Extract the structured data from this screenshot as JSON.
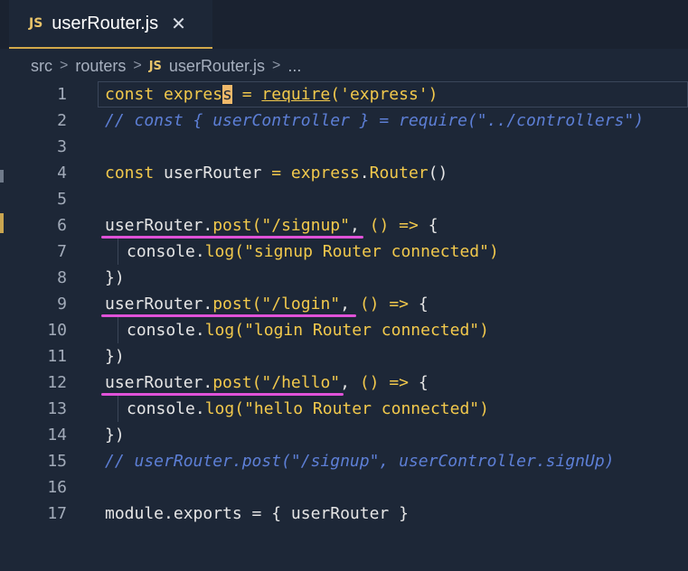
{
  "tab": {
    "badge": "JS",
    "title": "userRouter.js",
    "close": "✕"
  },
  "breadcrumb": {
    "parts": [
      "src",
      "routers"
    ],
    "badge": "JS",
    "file": "userRouter.js",
    "more": "..."
  },
  "lines": [
    {
      "n": "1",
      "segments": [
        {
          "t": "const expres",
          "c": "kw"
        },
        {
          "t": "s",
          "c": "cursor"
        },
        {
          "t": " = ",
          "c": "kw"
        },
        {
          "t": "require",
          "c": "fn-ul"
        },
        {
          "t": "('express')",
          "c": "str"
        }
      ]
    },
    {
      "n": "2",
      "segments": [
        {
          "t": "// const { userController } = require(\"../controllers\")",
          "c": "comment"
        }
      ]
    },
    {
      "n": "3",
      "segments": []
    },
    {
      "n": "4",
      "segments": [
        {
          "t": "const userRouter = express.Router()",
          "c": "mix4"
        }
      ]
    },
    {
      "n": "5",
      "segments": []
    },
    {
      "n": "6",
      "segments": [
        {
          "t": "userRouter.post(\"/signup\", () => {",
          "c": "route"
        }
      ]
    },
    {
      "n": "7",
      "segments": [
        {
          "t": "console.log(\"signup Router connected\")",
          "c": "log"
        }
      ],
      "indent": true
    },
    {
      "n": "8",
      "segments": [
        {
          "t": "})",
          "c": "plain"
        }
      ]
    },
    {
      "n": "9",
      "segments": [
        {
          "t": "userRouter.post(\"/login\", () => {",
          "c": "route"
        }
      ]
    },
    {
      "n": "10",
      "segments": [
        {
          "t": "console.log(\"login Router connected\")",
          "c": "log"
        }
      ],
      "indent": true
    },
    {
      "n": "11",
      "segments": [
        {
          "t": "})",
          "c": "plain"
        }
      ]
    },
    {
      "n": "12",
      "segments": [
        {
          "t": "userRouter.post(\"/hello\", () => {",
          "c": "route"
        }
      ]
    },
    {
      "n": "13",
      "segments": [
        {
          "t": "console.log(\"hello Router connected\")",
          "c": "log"
        }
      ],
      "indent": true
    },
    {
      "n": "14",
      "segments": [
        {
          "t": "})",
          "c": "plain"
        }
      ]
    },
    {
      "n": "15",
      "segments": [
        {
          "t": "// userRouter.post(\"/signup\", userController.signUp)",
          "c": "comment"
        }
      ]
    },
    {
      "n": "16",
      "segments": []
    },
    {
      "n": "17",
      "segments": [
        {
          "t": "module.exports = { userRouter }",
          "c": "plain"
        }
      ]
    }
  ],
  "colors": {
    "background": "#1d2737",
    "keyword": "#f2c94c",
    "comment": "#5d7fd6",
    "annotation_underline": "#e052d8"
  }
}
